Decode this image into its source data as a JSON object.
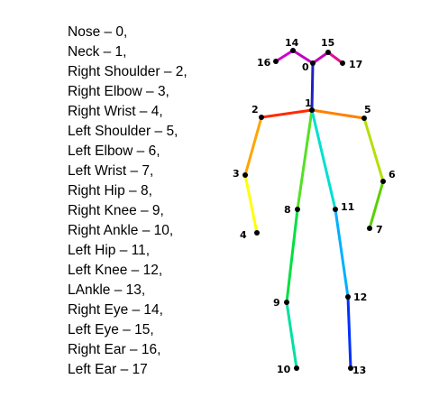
{
  "legend": [
    "Nose – 0,",
    "Neck – 1,",
    "Right Shoulder – 2,",
    "Right Elbow – 3,",
    "Right Wrist – 4,",
    "Left Shoulder – 5,",
    "Left Elbow – 6,",
    "Left Wrist – 7,",
    "Right Hip – 8,",
    "Right Knee – 9,",
    "Right Ankle – 10,",
    "Left Hip – 11,",
    "Left Knee – 12,",
    "LAnkle – 13,",
    "Right Eye – 14,",
    "Left Eye – 15,",
    "Right Ear – 16,",
    "Left Ear – 17"
  ],
  "keypoint_labels": [
    "0",
    "1",
    "2",
    "3",
    "4",
    "5",
    "6",
    "7",
    "8",
    "9",
    "10",
    "11",
    "12",
    "13",
    "14",
    "15",
    "16",
    "17"
  ],
  "colors": {
    "nose_to_eyes": "#c000c0",
    "eye_to_ear_right": "#d000d0",
    "eye_to_ear_left": "#e01090",
    "nose_neck": "#2020c0",
    "right_shoulder_bone": "#ff2a00",
    "left_shoulder_bone": "#ff8000",
    "right_upper_arm": "#ffa500",
    "right_forearm": "#ffff00",
    "left_upper_arm": "#b4e000",
    "left_forearm": "#5ad000",
    "right_torso": "#55e025",
    "right_thigh": "#00e040",
    "right_shin": "#00e0a0",
    "left_torso": "#00e0d0",
    "left_thigh": "#00b0ff",
    "left_shin": "#0030ff",
    "keypoint": "#000000"
  }
}
